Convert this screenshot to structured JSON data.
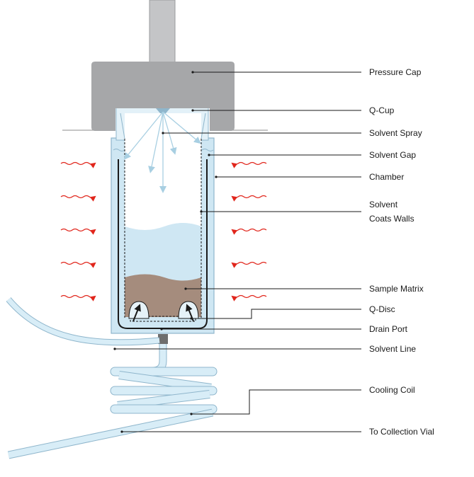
{
  "labels": {
    "pressure_cap": "Pressure Cap",
    "q_cup": "Q-Cup",
    "solvent_spray": "Solvent Spray",
    "solvent_gap": "Solvent Gap",
    "chamber": "Chamber",
    "solvent_coats_walls_1": "Solvent",
    "solvent_coats_walls_2": "Coats Walls",
    "sample_matrix": "Sample Matrix",
    "q_disc": "Q-Disc",
    "drain_port": "Drain Port",
    "solvent_line": "Solvent Line",
    "cooling_coil": "Cooling Coil",
    "to_collection_vial": "To Collection Vial"
  },
  "colors": {
    "cap_gray": "#a6a7a9",
    "stem_gray": "#c4c5c7",
    "solvent_blue": "#cfe7f3",
    "tube_blue": "#d8edf7",
    "outline_blue": "#8fb6cc",
    "sample_brown": "#a58c7d",
    "heat_red": "#e1261c",
    "line_black": "#1a1a1a"
  }
}
